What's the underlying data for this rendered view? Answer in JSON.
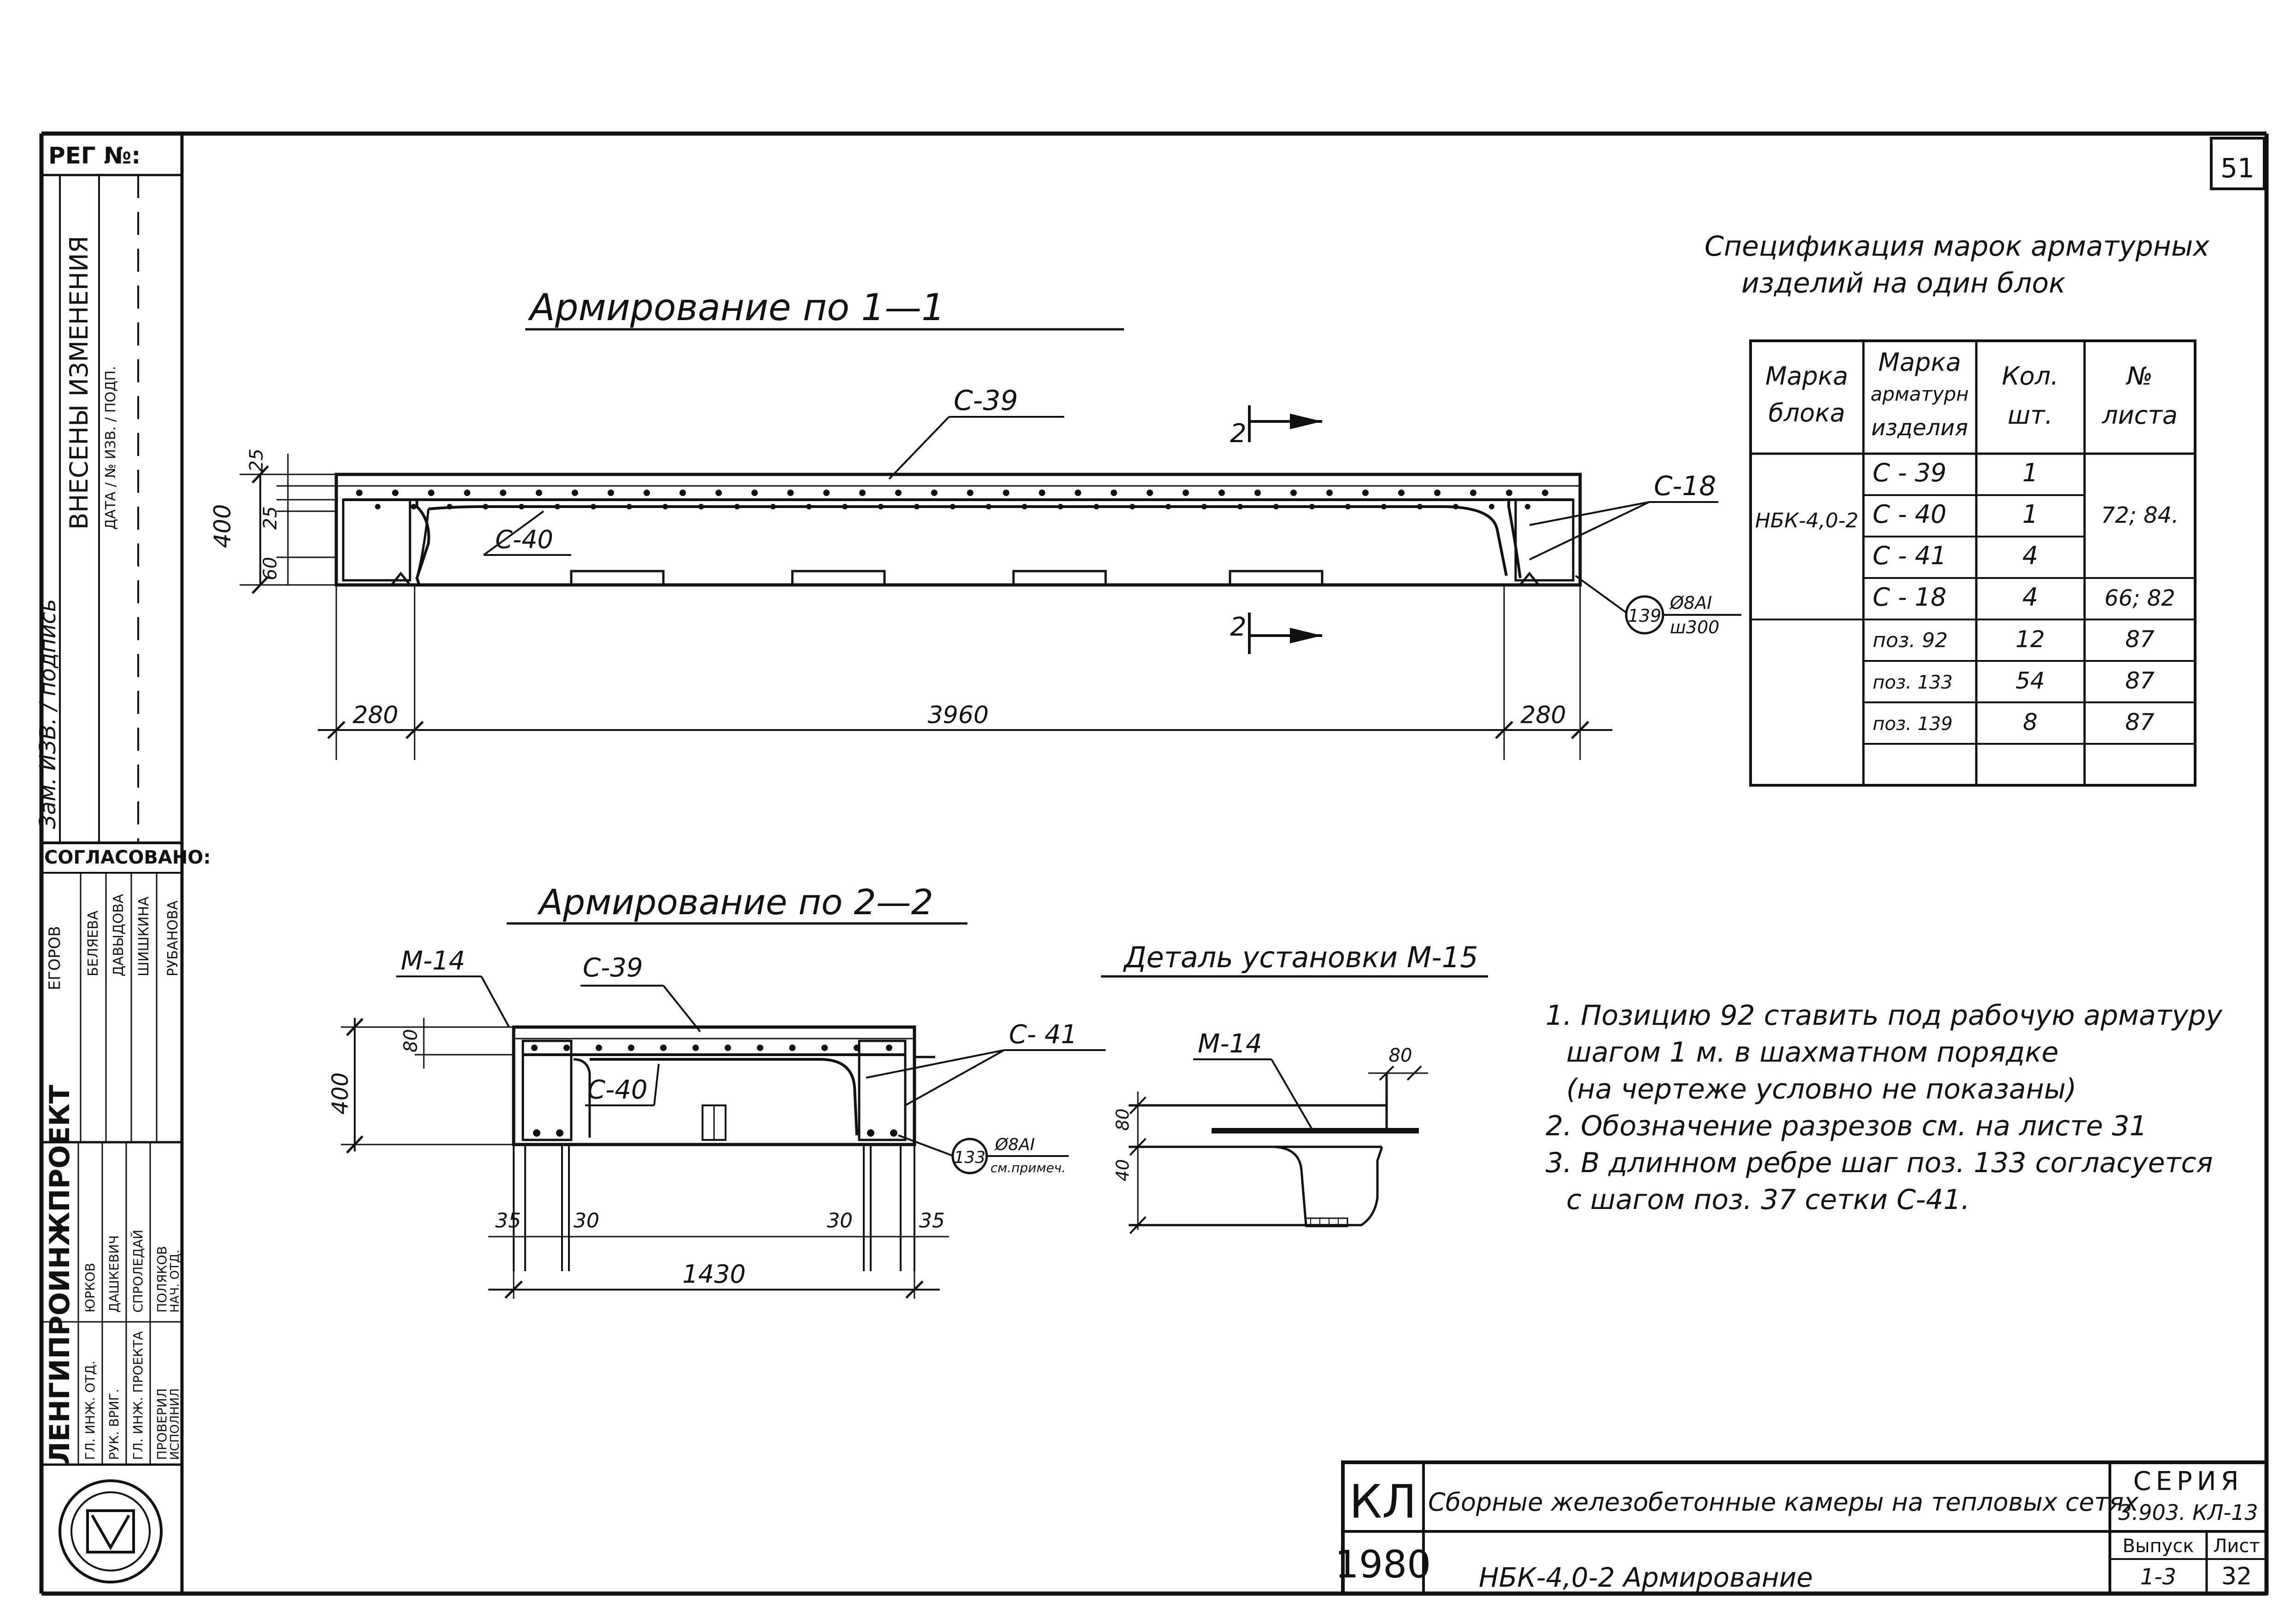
{
  "sheet_number": "51",
  "left_strip": {
    "reg_label": "РЕГ №:",
    "changes_header": "ВНЕСЕНЫ ИЗМЕНЕНИЯ",
    "changes_sub": "ДАТА / № ИЗВ. / ПОДП.",
    "signature_row": "Зам. ИЗВ. / подпись",
    "agreed_label": "СОГЛАСОВАНО:",
    "agreed_names": [
      "ЕГОРОВ",
      "БЕЛЯЕВА",
      "ДАВЫДОВА",
      "ШИШКИНА",
      "РУБАНОВА"
    ],
    "inst_name": "ЛЕНГИПРОИНЖПРОЕКТ",
    "roles": [
      "ГЛ. ИНЖ. ОТД.",
      "РУК. ВРИГ.",
      "ГЛ. ИНЖ. ПРОЕКТА",
      "ПРОВЕРИЛ",
      "ИСПОЛНИЛ"
    ],
    "people": [
      "ЮРКОВ",
      "ДАШКЕВИЧ",
      "СПРОЛЕДАЙ",
      "ПОЛЯКОВ",
      "НАЧ. ОТД."
    ]
  },
  "views": {
    "view1_title": "Армирование  по  1—1",
    "view2_title": "Армирование по 2—2",
    "detail_title": "Деталь установки М-15"
  },
  "view1_labels": {
    "c39": "С-39",
    "c40": "С-40",
    "c18": "С-18",
    "sec2_top": "2",
    "sec2_bot": "2",
    "dim_400": "400",
    "dim_25a": "25",
    "dim_25b": "25",
    "dim_60": "60",
    "dim_280_left": "280",
    "dim_3960": "3960",
    "dim_280_right": "280",
    "callout_num": "139",
    "callout_text1": "Ø8AI",
    "callout_text2": "ш300"
  },
  "view2_labels": {
    "m14": "М-14",
    "c39": "С-39",
    "c40": "С-40",
    "c41": "С- 41",
    "dim_400": "400",
    "dim_80": "80",
    "dim_35a": "35",
    "dim_30a": "30",
    "dim_30b": "30",
    "dim_35b": "35",
    "dim_1430": "1430",
    "callout_num": "133",
    "callout_text1": "Ø8AI",
    "callout_text2": "см.примеч."
  },
  "detail_labels": {
    "m14": "М-14",
    "dim_80_top": "80",
    "dim_80_side": "80",
    "dim_40": "40"
  },
  "spec": {
    "title_line1": "Спецификация марок арматурных",
    "title_line2": "изделий  на один  блок",
    "headers": [
      "Марка блока",
      "Марка арматурн изделия",
      "Кол. шт.",
      "№ листа"
    ],
    "header_lines": [
      [
        "Марка",
        "блока"
      ],
      [
        "Марка",
        "арматурн",
        "изделия"
      ],
      [
        "Кол.",
        "шт."
      ],
      [
        "№",
        "листа"
      ]
    ],
    "block_mark": "НБК-4,0-2",
    "rows": [
      {
        "item": "С - 39",
        "qty": "1",
        "sheet": ""
      },
      {
        "item": "С - 40",
        "qty": "1",
        "sheet": "72; 84."
      },
      {
        "item": "С - 41",
        "qty": "4",
        "sheet": ""
      },
      {
        "item": "С - 18",
        "qty": "4",
        "sheet": "66; 82"
      },
      {
        "item": "поз. 92",
        "qty": "12",
        "sheet": "87"
      },
      {
        "item": "поз. 133",
        "qty": "54",
        "sheet": "87"
      },
      {
        "item": "поз. 139",
        "qty": "8",
        "sheet": "87"
      },
      {
        "item": "",
        "qty": "",
        "sheet": ""
      }
    ]
  },
  "notes": [
    "1. Позицию  92  ставить под рабочую арматуру",
    "шагом  1 м. в шахматном порядке",
    "(на чертеже условно не показаны)",
    "2. Обозначение разрезов см. на листе  31",
    "3. В  длинном  ребре  шаг  поз. 133  согласуется",
    "с  шагом     поз. 37   сетки  С-41."
  ],
  "title_block": {
    "code": "КЛ",
    "title": "Сборные железобетонные камеры на тепловых сетях",
    "series_label": "СЕРИЯ",
    "series_value": "3.903. КЛ-13",
    "year": "1980",
    "drawing_name": "НБК-4,0-2   Армирование",
    "issue_label": "Выпуск",
    "issue_value": "1-3",
    "sheet_label": "Лист",
    "sheet_value": "32"
  }
}
